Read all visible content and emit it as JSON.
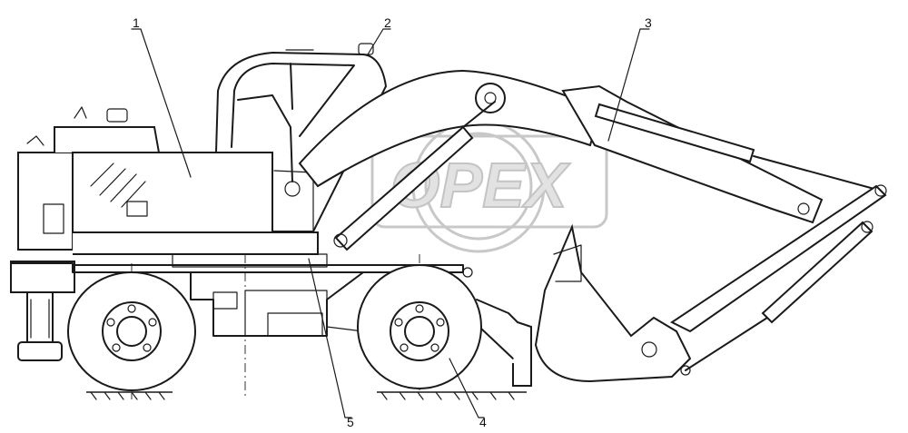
{
  "watermark": {
    "text": "OPEX"
  },
  "callouts": [
    {
      "id": "1",
      "label": "1"
    },
    {
      "id": "2",
      "label": "2"
    },
    {
      "id": "3",
      "label": "3"
    },
    {
      "id": "4",
      "label": "4"
    },
    {
      "id": "5",
      "label": "5"
    }
  ],
  "colors": {
    "line": "#1a1a1a",
    "watermark": "#c8c8c8",
    "background": "#ffffff"
  }
}
